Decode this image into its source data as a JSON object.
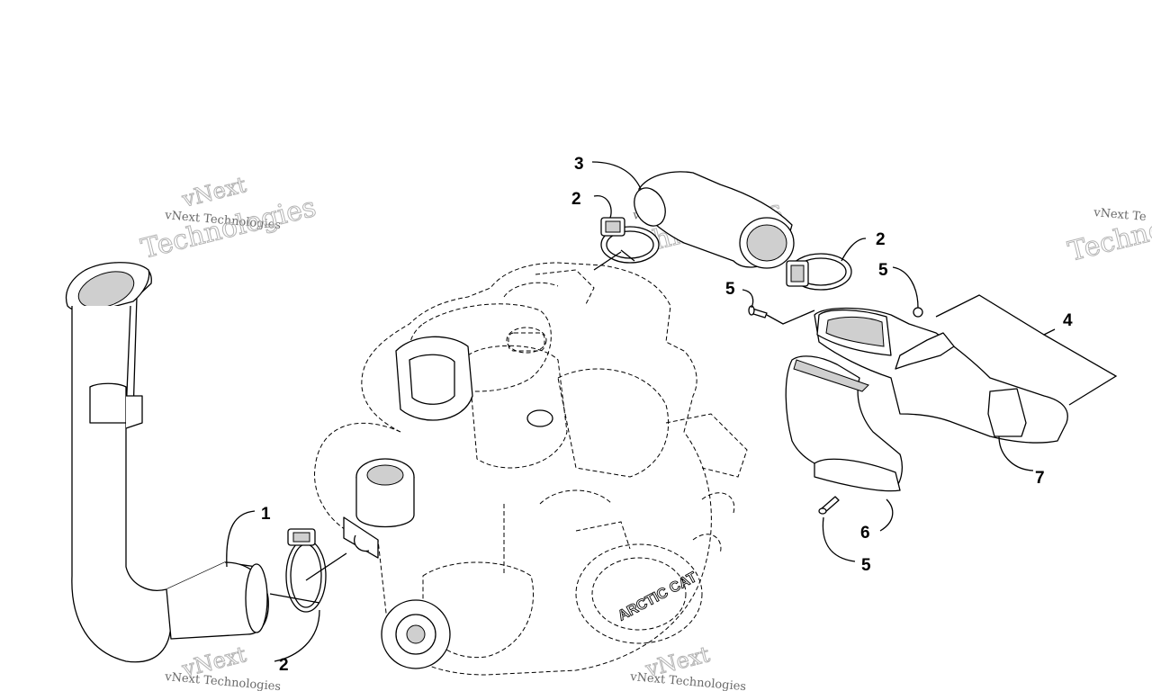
{
  "diagram": {
    "callouts": [
      "1",
      "2",
      "2",
      "2",
      "3",
      "4",
      "5",
      "5",
      "5",
      "6",
      "7"
    ],
    "engine_logo": "ARCTIC CAT",
    "watermark": {
      "brand": "vNext",
      "line": "vNext Technologies",
      "large": "Technologies",
      "partial_line": "vNext Te",
      "partial_large": "Techno"
    }
  }
}
